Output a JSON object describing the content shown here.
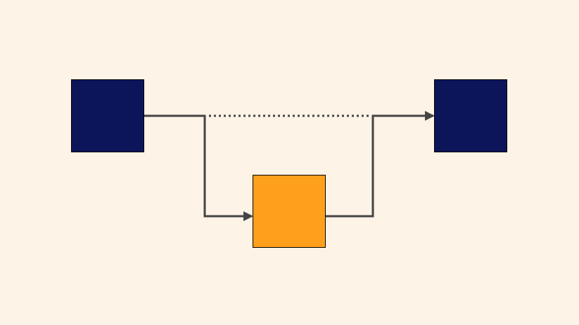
{
  "diagram": {
    "background": "#fdf3e7",
    "nodes": [
      {
        "id": "source",
        "shape": "square",
        "fill": "#0c1559",
        "stroke": "#000000"
      },
      {
        "id": "intermediate",
        "shape": "square",
        "fill": "#ffa01c",
        "stroke": "#000000"
      },
      {
        "id": "target",
        "shape": "square",
        "fill": "#0c1559",
        "stroke": "#000000"
      }
    ],
    "edges": [
      {
        "from": "source",
        "to": "intermediate",
        "style": "solid",
        "arrow": true
      },
      {
        "from": "intermediate",
        "to": "target",
        "style": "solid",
        "arrow": true
      },
      {
        "from": "source",
        "to": "target",
        "style": "dotted",
        "arrow": false
      }
    ],
    "edge_color": "#444444"
  }
}
